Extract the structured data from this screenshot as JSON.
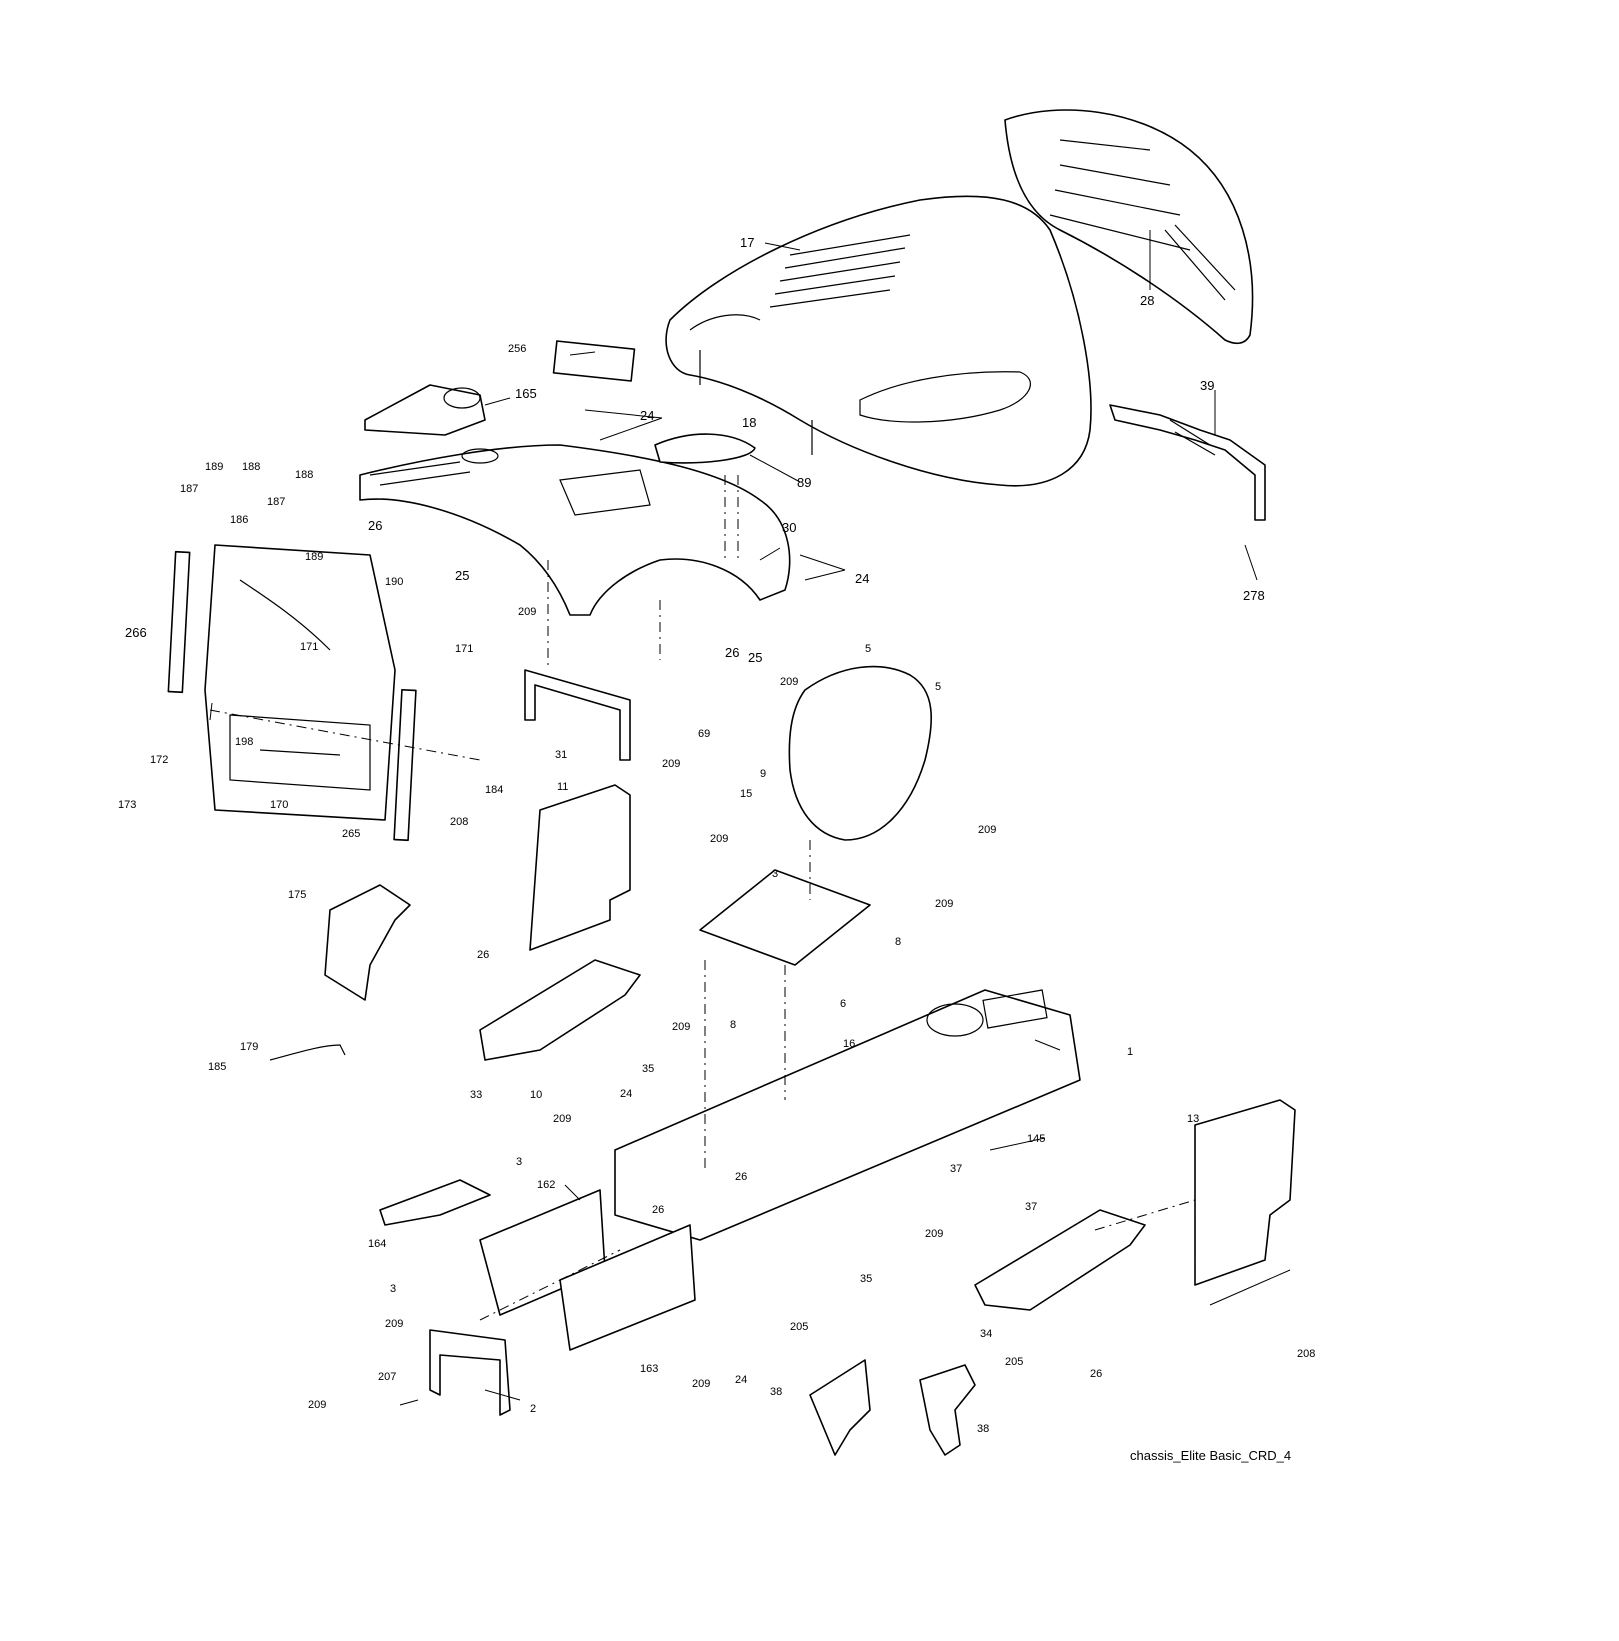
{
  "diagram": {
    "caption": "chassis_Elite Basic_CRD_4",
    "callouts": {
      "c17": "17",
      "c28": "28",
      "c18": "18",
      "c39": "39",
      "c89": "89",
      "c278": "278",
      "c256": "256",
      "c165": "165",
      "c24a": "24",
      "c24b": "24",
      "c30": "30",
      "c26a": "26",
      "c25a": "25",
      "c26b": "26",
      "c25b": "25",
      "c189a": "189",
      "c188a": "188",
      "c187a": "187",
      "c186": "186",
      "c187b": "187",
      "c188b": "188",
      "c189b": "189",
      "c190": "190",
      "c266": "266",
      "c171a": "171",
      "c171b": "171",
      "c198": "198",
      "c172": "172",
      "c173": "173",
      "c170": "170",
      "c265": "265",
      "c184": "184",
      "c209a": "209",
      "c31": "31",
      "c209b": "209",
      "c69": "69",
      "c5a": "5",
      "c5b": "5",
      "c209c": "209",
      "c9": "9",
      "c15": "15",
      "c209d": "209",
      "c11": "11",
      "c208a": "208",
      "c209e": "209",
      "c3a": "3",
      "c209f": "209",
      "c8a": "8",
      "c6": "6",
      "c8b": "8",
      "c16": "16",
      "c1": "1",
      "c175": "175",
      "c26c": "26",
      "c209g": "209",
      "c35a": "35",
      "c33": "33",
      "c10": "10",
      "c179": "179",
      "c185": "185",
      "c24c": "24",
      "c209h": "209",
      "c145": "145",
      "c37a": "37",
      "c37b": "37",
      "c13": "13",
      "c3b": "3",
      "c162": "162",
      "c26d": "26",
      "c26e": "26",
      "c209i": "209",
      "c164": "164",
      "c3c": "3",
      "c35b": "35",
      "c34": "34",
      "c26f": "26",
      "c208b": "208",
      "c209j": "209",
      "c207": "207",
      "c209k": "209",
      "c2": "2",
      "c163": "163",
      "c209l": "209",
      "c24d": "24",
      "c205a": "205",
      "c38a": "38",
      "c205b": "205",
      "c38b": "38"
    }
  }
}
